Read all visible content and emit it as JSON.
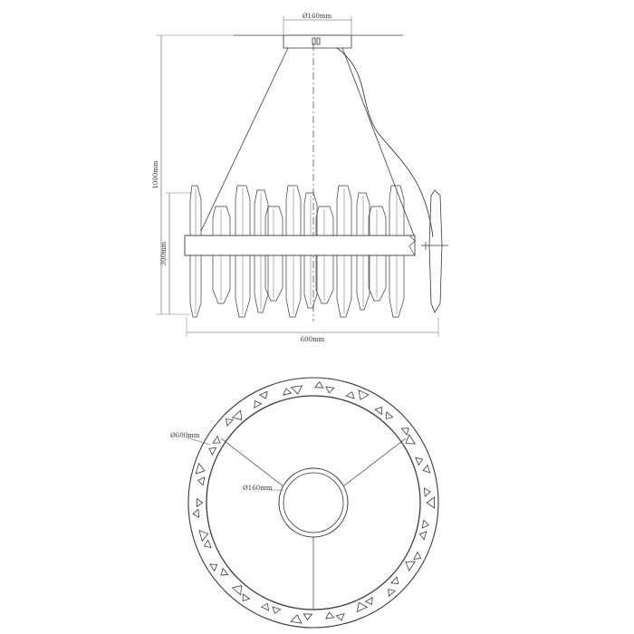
{
  "colors": {
    "line": "#3a3a3a",
    "dim": "#555555",
    "background": "#ffffff"
  },
  "side_view": {
    "canopy_diameter_label": "Ø160mm",
    "total_height_label": "1000mm",
    "body_height_label": "300mm",
    "width_label": "600mm"
  },
  "top_view": {
    "outer_diameter_label": "Ø600mm",
    "inner_diameter_label": "Ø160mm"
  }
}
